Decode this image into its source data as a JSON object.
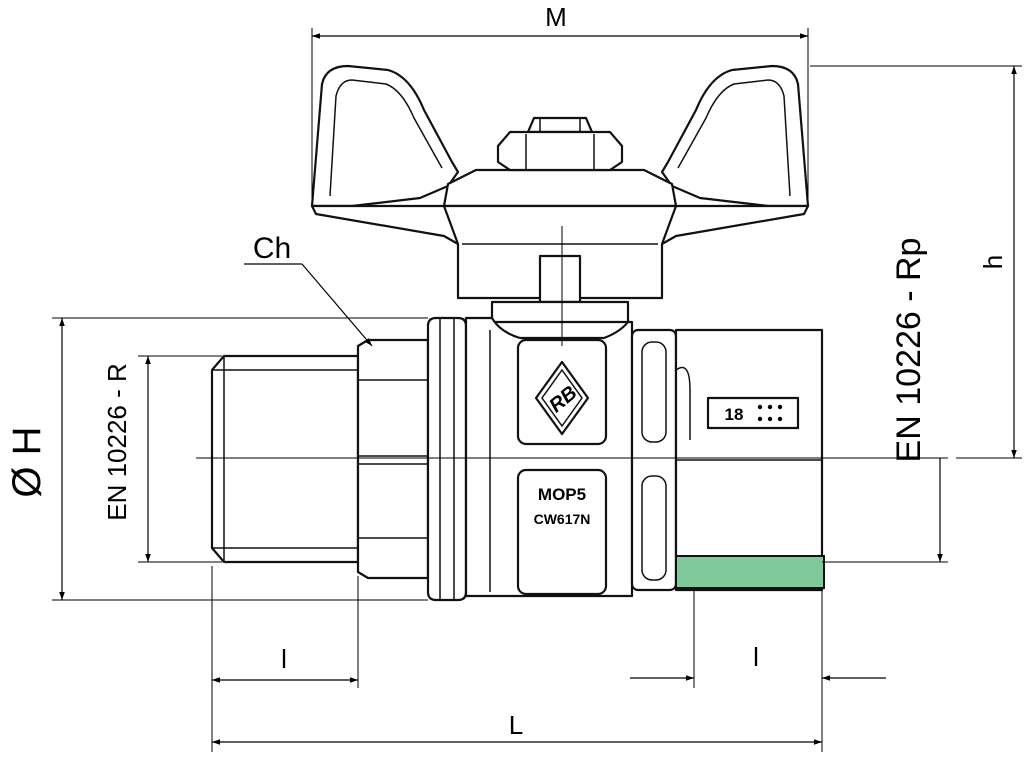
{
  "dimensions": {
    "overall_width": "M",
    "height": "h",
    "diameter": "Ø H",
    "wrench_size": "Ch",
    "thread_length_left": "l",
    "thread_length_right": "l",
    "overall_length": "L"
  },
  "thread_standards": {
    "male_end": "EN 10226 - R",
    "female_end": "EN 10226 - Rp"
  },
  "body_markings": {
    "pressure": "MOP5",
    "material": "CW617N",
    "size": "18",
    "logo_letters": "RB"
  },
  "colors": {
    "thread_engagement_highlight": "#7fc99a",
    "line": "#111111"
  }
}
